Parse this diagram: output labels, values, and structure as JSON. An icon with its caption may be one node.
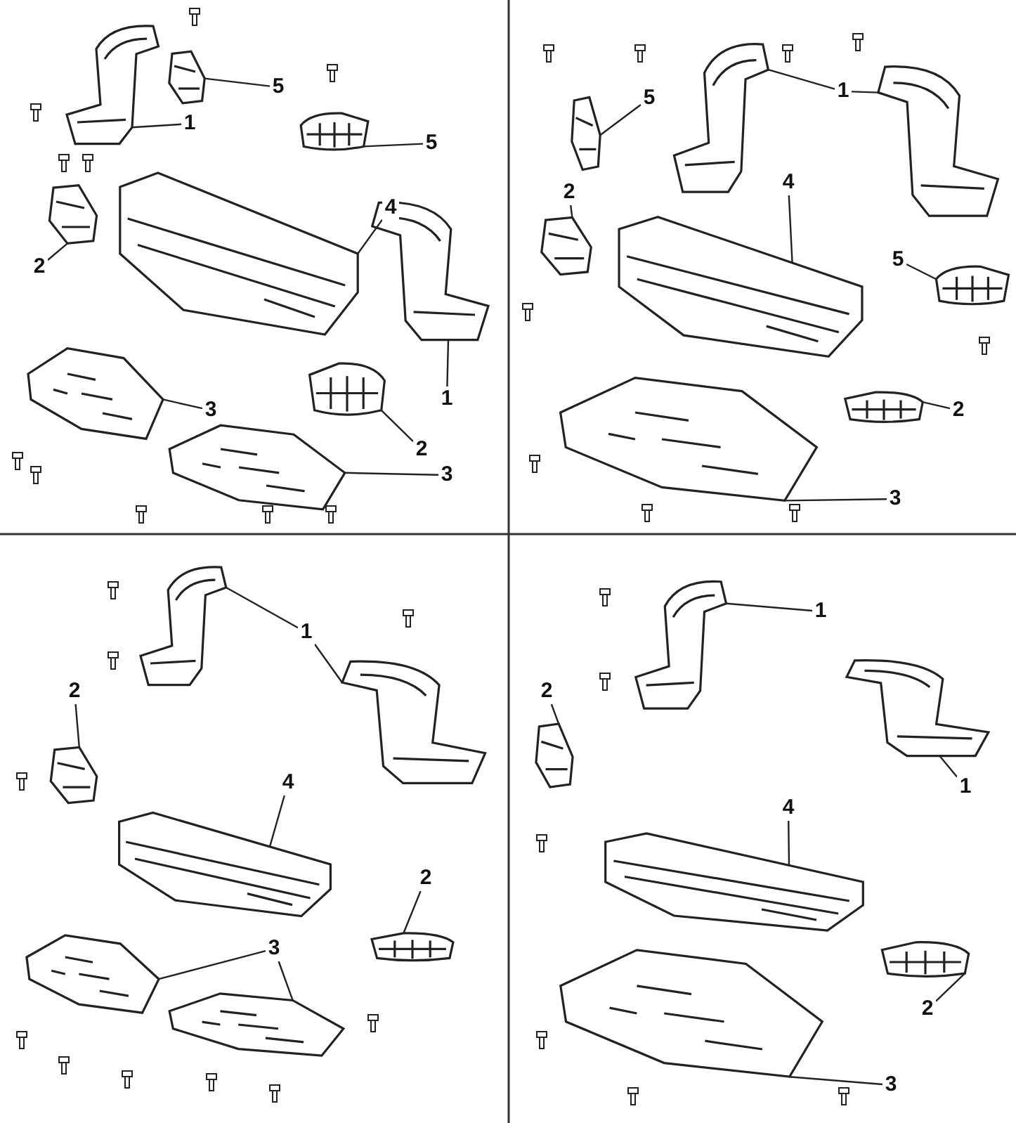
{
  "diagram": {
    "nodes": [
      {
        "text": [],
        "shape": "picture"
      },
      {
        "text": [
          "1"
        ]
      },
      {
        "text": [],
        "shape": "picture"
      },
      {
        "text": [
          "5"
        ]
      },
      {
        "text": [],
        "shape": "picture"
      },
      {
        "text": [
          "5"
        ]
      },
      {
        "text": [],
        "shape": "picture"
      },
      {
        "text": [
          "2"
        ]
      },
      {
        "text": [],
        "shape": "picture"
      },
      {
        "text": [
          "4"
        ]
      },
      {
        "text": [],
        "shape": "picture"
      },
      {
        "text": [
          "1"
        ]
      },
      {
        "text": [],
        "shape": "picture"
      },
      {
        "text": [
          "2"
        ]
      },
      {
        "text": [],
        "shape": "picture"
      },
      {
        "text": [
          "3"
        ]
      },
      {
        "text": [],
        "shape": "picture"
      },
      {
        "text": [
          "3"
        ]
      },
      {
        "text": [
          "5"
        ]
      },
      {
        "text": [],
        "shape": "picture"
      },
      {
        "text": [
          "1"
        ]
      },
      {
        "text": [],
        "shape": "picture"
      },
      {
        "text": [],
        "shape": "picture"
      },
      {
        "text": [
          "2"
        ]
      },
      {
        "text": [],
        "shape": "picture"
      },
      {
        "text": [
          "4"
        ]
      },
      {
        "text": [],
        "shape": "picture"
      },
      {
        "text": [
          "5"
        ]
      },
      {
        "text": [],
        "shape": "picture"
      },
      {
        "text": [],
        "shape": "picture"
      },
      {
        "text": [
          "2"
        ]
      },
      {
        "text": [],
        "shape": "picture"
      },
      {
        "text": [
          "3"
        ]
      },
      {
        "text": [],
        "shape": "picture"
      },
      {
        "text": [
          "1"
        ]
      },
      {
        "text": [],
        "shape": "picture"
      },
      {
        "text": [
          "2"
        ]
      },
      {
        "text": [],
        "shape": "picture"
      },
      {
        "text": [
          "4"
        ]
      },
      {
        "text": [],
        "shape": "picture"
      },
      {
        "text": [
          "2"
        ]
      },
      {
        "text": [],
        "shape": "picture"
      },
      {
        "text": [
          "3"
        ]
      },
      {
        "text": [],
        "shape": "picture"
      },
      {
        "text": [],
        "shape": "picture"
      },
      {
        "text": [],
        "shape": "picture"
      },
      {
        "text": [
          "1"
        ]
      },
      {
        "text": [
          "2"
        ]
      },
      {
        "text": [],
        "shape": "picture"
      },
      {
        "text": [],
        "shape": "picture"
      },
      {
        "text": [
          "1"
        ]
      },
      {
        "text": [
          "4"
        ]
      },
      {
        "text": [],
        "shape": "picture"
      },
      {
        "text": [],
        "shape": "picture"
      },
      {
        "text": [
          "2"
        ]
      },
      {
        "text": [],
        "shape": "picture"
      },
      {
        "text": [
          "3"
        ]
      }
    ],
    "edges": [
      {
        "from": 1,
        "to": 0,
        "arrow": "none"
      },
      {
        "from": 3,
        "to": 2,
        "arrow": "none"
      },
      {
        "from": 5,
        "to": 4,
        "arrow": "none"
      },
      {
        "from": 7,
        "to": 6,
        "arrow": "none"
      },
      {
        "from": 9,
        "to": 8,
        "arrow": "none"
      },
      {
        "from": 11,
        "to": 10,
        "arrow": "none"
      },
      {
        "from": 13,
        "to": 12,
        "arrow": "none"
      },
      {
        "from": 15,
        "to": 14,
        "arrow": "none"
      },
      {
        "from": 17,
        "to": 16,
        "arrow": "none"
      },
      {
        "from": 18,
        "to": 19,
        "arrow": "none"
      },
      {
        "from": 20,
        "to": 21,
        "arrow": "none"
      },
      {
        "from": 20,
        "to": 22,
        "arrow": "none"
      },
      {
        "from": 23,
        "to": 24,
        "arrow": "none"
      },
      {
        "from": 25,
        "to": 26,
        "arrow": "none"
      },
      {
        "from": 27,
        "to": 28,
        "arrow": "none"
      },
      {
        "from": 30,
        "to": 29,
        "arrow": "none"
      },
      {
        "from": 32,
        "to": 31,
        "arrow": "none"
      },
      {
        "from": 34,
        "to": 33,
        "arrow": "none"
      },
      {
        "from": 34,
        "to": 35,
        "arrow": "none"
      },
      {
        "from": 36,
        "to": 37,
        "arrow": "none"
      },
      {
        "from": 38,
        "to": 39,
        "arrow": "none"
      },
      {
        "from": 40,
        "to": 41,
        "arrow": "none"
      },
      {
        "from": 42,
        "to": 43,
        "arrow": "none"
      },
      {
        "from": 42,
        "to": 44,
        "arrow": "none"
      },
      {
        "from": 46,
        "to": 45,
        "arrow": "none"
      },
      {
        "from": 47,
        "to": 48,
        "arrow": "none"
      },
      {
        "from": 50,
        "to": 49,
        "arrow": "none"
      },
      {
        "from": 51,
        "to": 52,
        "arrow": "none"
      },
      {
        "from": 54,
        "to": 53,
        "arrow": "none"
      },
      {
        "from": 56,
        "to": 55,
        "arrow": "none"
      }
    ]
  }
}
